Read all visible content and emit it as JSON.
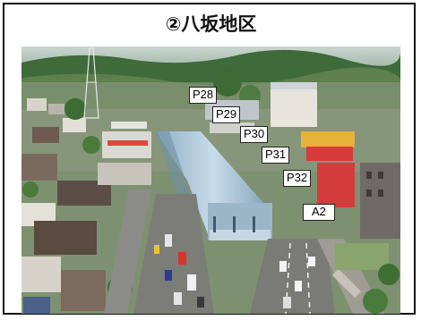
{
  "title": "②八坂地区",
  "markers": [
    "P28",
    "P29",
    "P30",
    "P31",
    "P32",
    "A2"
  ]
}
